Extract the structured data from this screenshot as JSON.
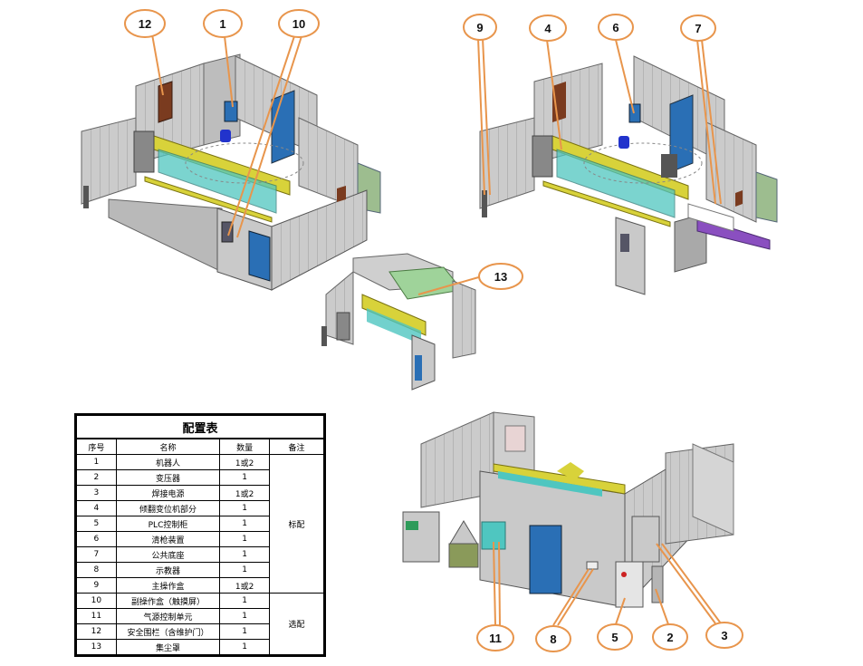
{
  "callouts": [
    {
      "num": "12",
      "id": "12"
    },
    {
      "num": "1",
      "id": "1"
    },
    {
      "num": "10",
      "id": "10"
    },
    {
      "num": "9",
      "id": "9"
    },
    {
      "num": "4",
      "id": "4"
    },
    {
      "num": "6",
      "id": "6"
    },
    {
      "num": "7",
      "id": "7"
    },
    {
      "num": "13",
      "id": "13"
    },
    {
      "num": "11",
      "id": "11"
    },
    {
      "num": "8",
      "id": "8"
    },
    {
      "num": "5",
      "id": "5"
    },
    {
      "num": "2",
      "id": "2"
    },
    {
      "num": "3",
      "id": "3"
    }
  ],
  "table": {
    "title": "配置表",
    "headers": {
      "seq": "序号",
      "name": "名称",
      "qty": "数量",
      "note": "备注"
    },
    "group_standard": "标配",
    "group_optional": "选配",
    "rows": [
      {
        "seq": "1",
        "name": "机器人",
        "qty": "1或2"
      },
      {
        "seq": "2",
        "name": "变压器",
        "qty": "1"
      },
      {
        "seq": "3",
        "name": "焊接电源",
        "qty": "1或2"
      },
      {
        "seq": "4",
        "name": "倾翻变位机部分",
        "qty": "1"
      },
      {
        "seq": "5",
        "name": "PLC控制柜",
        "qty": "1"
      },
      {
        "seq": "6",
        "name": "清枪装置",
        "qty": "1"
      },
      {
        "seq": "7",
        "name": "公共底座",
        "qty": "1"
      },
      {
        "seq": "8",
        "name": "示教器",
        "qty": "1"
      },
      {
        "seq": "9",
        "name": "主操作盒",
        "qty": "1或2"
      },
      {
        "seq": "10",
        "name": "副操作盒（触摸屏）",
        "qty": "1"
      },
      {
        "seq": "11",
        "name": "气源控制单元",
        "qty": "1"
      },
      {
        "seq": "12",
        "name": "安全围栏（含维护门）",
        "qty": "1"
      },
      {
        "seq": "13",
        "name": "集尘罩",
        "qty": "1"
      }
    ]
  },
  "colors": {
    "callout_stroke": "#e8954c",
    "frame_yellow": "#d8d23a",
    "glass_cyan": "#4fc6c0",
    "panel_gray": "#c9c9c9",
    "door_blue": "#2a6fb5",
    "hood_green": "#9fd39a",
    "base_purple": "#8a4fc0"
  }
}
